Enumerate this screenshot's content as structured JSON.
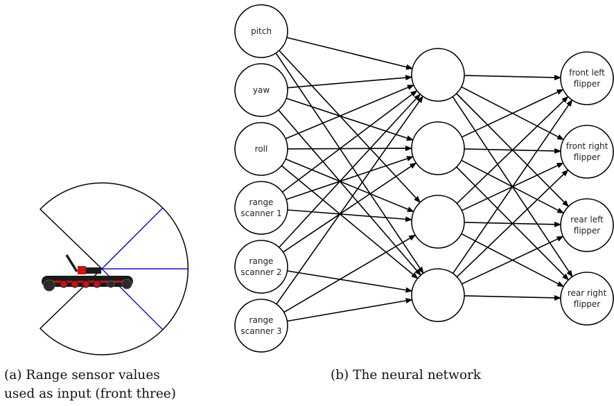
{
  "colors": {
    "stroke": "#000000",
    "sensor_rays": "#1010c8",
    "robot_body": "#1a1a1a",
    "robot_accent": "#cc1111"
  },
  "network": {
    "inputs": [
      {
        "lines": [
          "pitch"
        ]
      },
      {
        "lines": [
          "yaw"
        ]
      },
      {
        "lines": [
          "roll"
        ]
      },
      {
        "lines": [
          "range",
          "scanner 1"
        ]
      },
      {
        "lines": [
          "range",
          "scanner 2"
        ]
      },
      {
        "lines": [
          "range",
          "scanner 3"
        ]
      }
    ],
    "hidden_count": 4,
    "outputs": [
      {
        "lines": [
          "front left",
          "flipper"
        ]
      },
      {
        "lines": [
          "front right",
          "flipper"
        ]
      },
      {
        "lines": [
          "rear left",
          "flipper"
        ]
      },
      {
        "lines": [
          "rear right",
          "flipper"
        ]
      }
    ],
    "input_hidden_connections": [
      [
        0,
        0
      ],
      [
        0,
        2
      ],
      [
        0,
        3
      ],
      [
        1,
        0
      ],
      [
        1,
        1
      ],
      [
        1,
        3
      ],
      [
        2,
        0
      ],
      [
        2,
        1
      ],
      [
        2,
        2
      ],
      [
        2,
        3
      ],
      [
        3,
        0
      ],
      [
        3,
        1
      ],
      [
        3,
        2
      ],
      [
        4,
        0
      ],
      [
        4,
        1
      ],
      [
        4,
        3
      ],
      [
        5,
        0
      ],
      [
        5,
        2
      ],
      [
        5,
        3
      ]
    ],
    "hidden_output_connections": "all"
  },
  "captions": {
    "a_line1": "(a) Range sensor values",
    "a_line2": "used as input (front three)",
    "b": "(b) The neural network"
  }
}
